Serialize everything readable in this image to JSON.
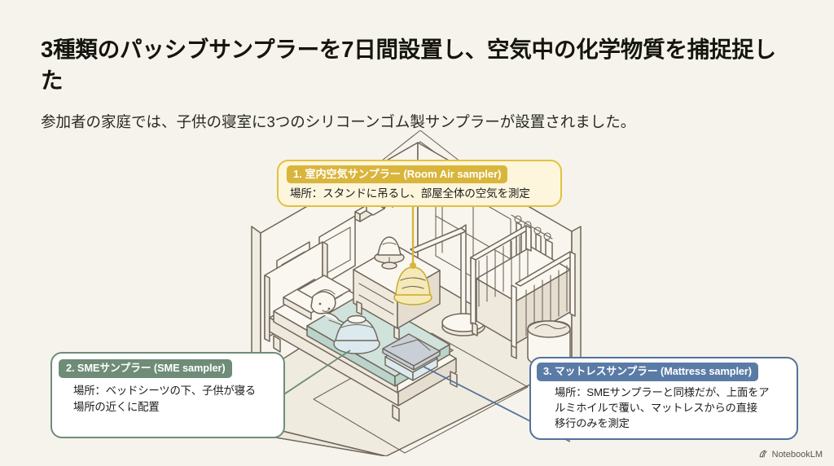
{
  "page": {
    "background_color": "#f6f3ec",
    "title": "3種類のパッシブサンプラーを7日間設置し、空気中の化学物質を捕捉捉した",
    "subtitle": "参加者の家庭では、子供の寝室に3つのシリコーンゴム製サンプラーが設置されました。"
  },
  "callouts": [
    {
      "id": 1,
      "accent_color": "#d9b53c",
      "border_color": "#e2c13f",
      "fill_color": "#fdf6dd",
      "badge": "1. 室内空気サンプラー (Room Air sampler)",
      "body": "場所：スタンドに吊るし、部屋全体の空気を測定"
    },
    {
      "id": 2,
      "accent_color": "#6e8c78",
      "border_color": "#6f8d79",
      "fill_color": "#ffffff",
      "badge": "2. SMEサンプラー (SME sampler)",
      "body": "場所：ベッドシーツの下、子供が寝る\n場所の近くに配置"
    },
    {
      "id": 3,
      "accent_color": "#5a7ba6",
      "border_color": "#54729c",
      "fill_color": "#ffffff",
      "badge": "3. マットレスサンプラー (Mattress sampler)",
      "body": "場所：SMEサンプラーと同様だが、上面をア\nルミホイルで覆い、マットレスからの直接\n移行のみを測定"
    }
  ],
  "illustration": {
    "alt": "子供の寝室の等角投影イラスト：ベッド、子供、ナイトスタンド、ランプ、ベビーベッド、窓とカーテン、吊り下げスタンド式サンプラー",
    "line_color": "#6f665a",
    "mattress_color": "#cfe2db",
    "floor_color": "#efe9dd",
    "wall_color": "#f7f4ec"
  },
  "watermark": {
    "label": "NotebookLM"
  }
}
